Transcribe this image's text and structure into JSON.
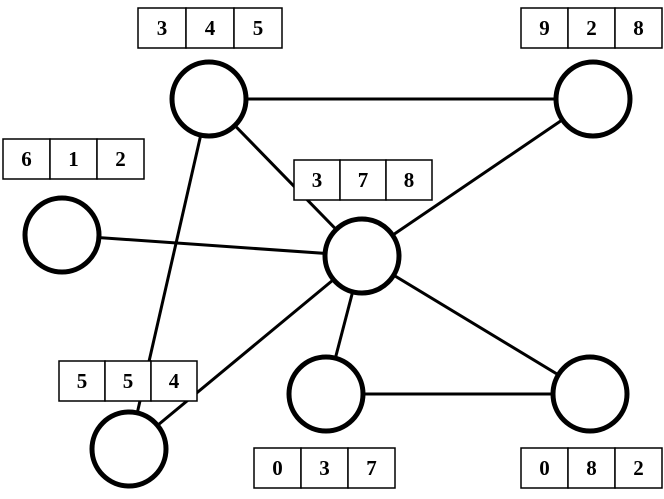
{
  "colors": {
    "line": "#000000",
    "fill": "#ffffff"
  },
  "labels": {
    "top_left": [
      "3",
      "4",
      "5"
    ],
    "top_right": [
      "9",
      "2",
      "8"
    ],
    "left": [
      "6",
      "1",
      "2"
    ],
    "center": [
      "3",
      "7",
      "8"
    ],
    "bottom_left": [
      "5",
      "5",
      "4"
    ],
    "bottom_middle": [
      "0",
      "3",
      "7"
    ],
    "bottom_right": [
      "0",
      "8",
      "2"
    ]
  }
}
